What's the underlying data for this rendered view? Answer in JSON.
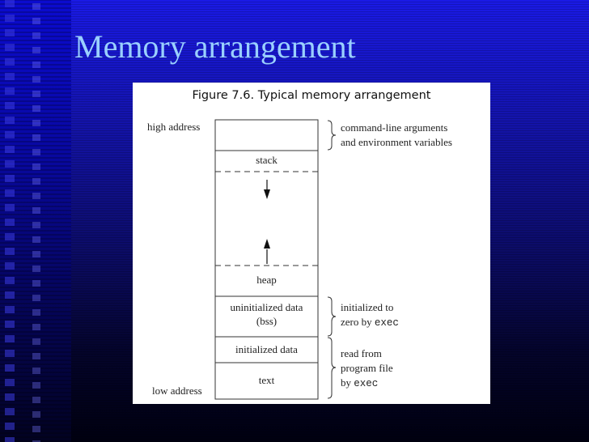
{
  "slide": {
    "title": "Memory arrangement"
  },
  "figure": {
    "title": "Figure 7.6. Typical memory arrangement",
    "high_address": "high address",
    "low_address": "low address",
    "segments": {
      "stack": "stack",
      "heap": "heap",
      "bss_line1": "uninitialized data",
      "bss_line2": "(bss)",
      "init_data": "initialized data",
      "text": "text"
    },
    "annotations": {
      "args_line1": "command-line arguments",
      "args_line2": "and environment variables",
      "zero_line1": "initialized to",
      "zero_line2_prefix": "zero by ",
      "zero_line2_code": "exec",
      "read_line1": "read from",
      "read_line2": "program file",
      "read_line3_prefix": "by ",
      "read_line3_code": "exec"
    }
  },
  "colors": {
    "title_text": "#9ad0ff",
    "figure_bg": "#ffffff"
  }
}
